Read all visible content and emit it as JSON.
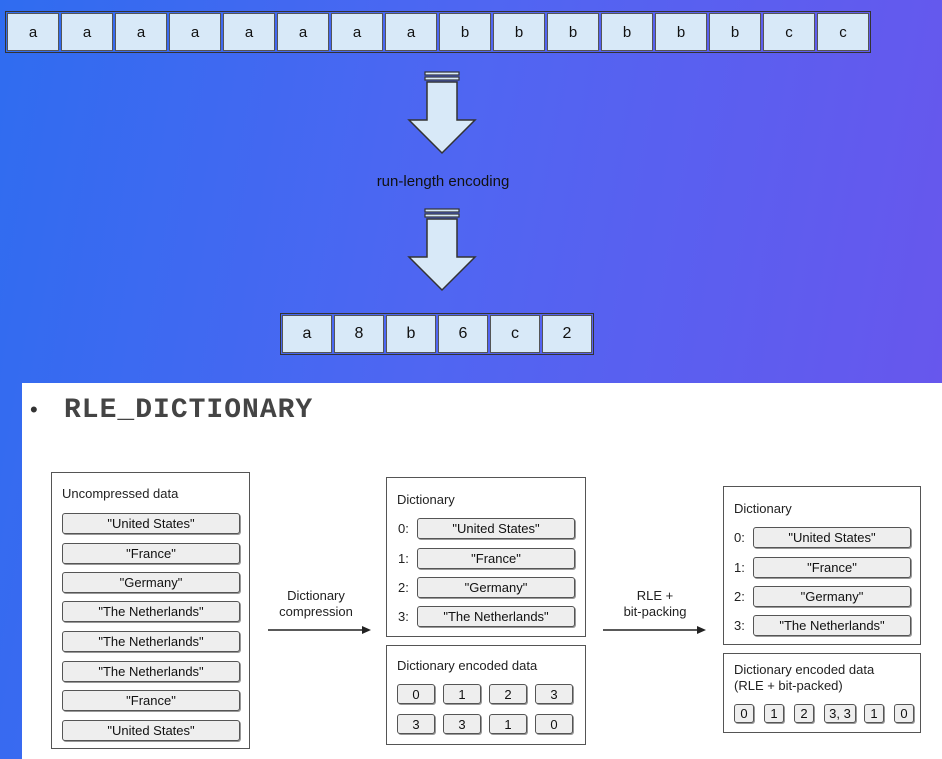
{
  "rle": {
    "input": [
      "a",
      "a",
      "a",
      "a",
      "a",
      "a",
      "a",
      "a",
      "b",
      "b",
      "b",
      "b",
      "b",
      "b",
      "c",
      "c"
    ],
    "label": "run-length encoding",
    "output": [
      "a",
      "8",
      "b",
      "6",
      "c",
      "2"
    ]
  },
  "dictionary_section": {
    "bullet": "•",
    "title": "RLE_DICTIONARY",
    "uncompressed": {
      "title": "Uncompressed data",
      "values": [
        "\"United States\"",
        "\"France\"",
        "\"Germany\"",
        "\"The Netherlands\"",
        "\"The Netherlands\"",
        "\"The Netherlands\"",
        "\"France\"",
        "\"United States\""
      ]
    },
    "step1_label": [
      "Dictionary",
      "compression"
    ],
    "dictionary": {
      "title": "Dictionary",
      "entries": [
        {
          "index": "0:",
          "value": "\"United States\""
        },
        {
          "index": "1:",
          "value": "\"France\""
        },
        {
          "index": "2:",
          "value": "\"Germany\""
        },
        {
          "index": "3:",
          "value": "\"The Netherlands\""
        }
      ]
    },
    "encoded": {
      "title": "Dictionary encoded data",
      "values": [
        "0",
        "1",
        "2",
        "3",
        "3",
        "3",
        "1",
        "0"
      ]
    },
    "step2_label": [
      "RLE +",
      "bit-packing"
    ],
    "dictionary2": {
      "title": "Dictionary",
      "entries": [
        {
          "index": "0:",
          "value": "\"United States\""
        },
        {
          "index": "1:",
          "value": "\"France\""
        },
        {
          "index": "2:",
          "value": "\"Germany\""
        },
        {
          "index": "3:",
          "value": "\"The Netherlands\""
        }
      ]
    },
    "packed": {
      "title_line1": "Dictionary encoded data",
      "title_line2": "(RLE + bit-packed)",
      "values": [
        "0",
        "1",
        "2",
        "3, 3",
        "1",
        "0"
      ]
    }
  }
}
